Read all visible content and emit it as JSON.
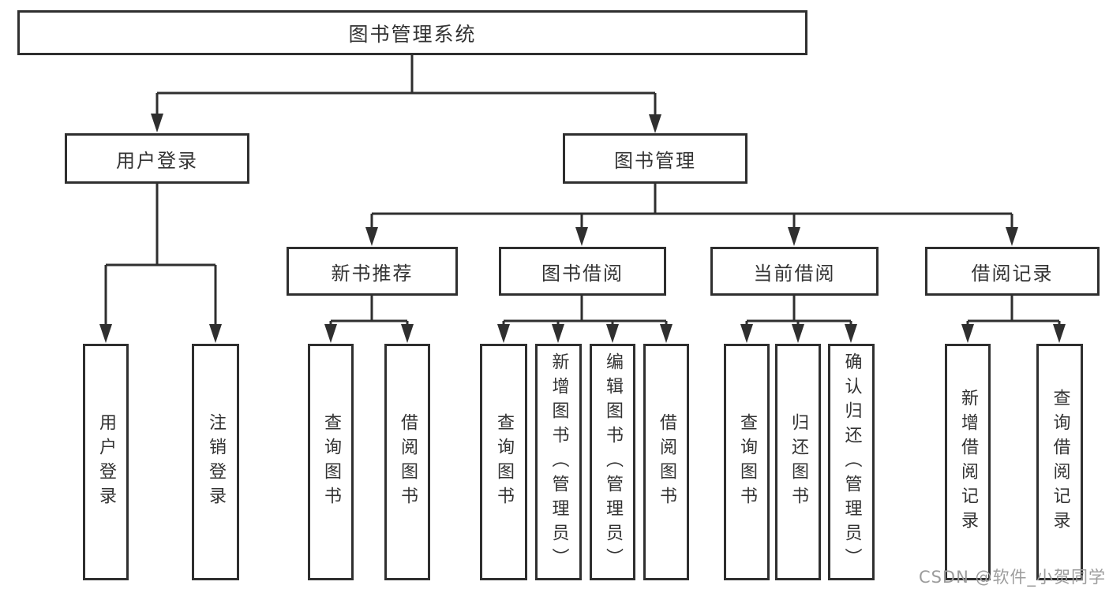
{
  "diagram": {
    "root": {
      "label": "图书管理系统"
    },
    "branches": [
      {
        "label": "用户登录",
        "children": [
          {
            "label": "用户登录"
          },
          {
            "label": "注销登录"
          }
        ]
      },
      {
        "label": "图书管理",
        "children": [
          {
            "label": "新书推荐",
            "children": [
              {
                "label": "查询图书"
              },
              {
                "label": "借阅图书"
              }
            ]
          },
          {
            "label": "图书借阅",
            "children": [
              {
                "label": "查询图书"
              },
              {
                "label": "新增图书（管理员）"
              },
              {
                "label": "编辑图书（管理员）"
              },
              {
                "label": "借阅图书"
              }
            ]
          },
          {
            "label": "当前借阅",
            "children": [
              {
                "label": "查询图书"
              },
              {
                "label": "归还图书"
              },
              {
                "label": "确认归还（管理员）"
              }
            ]
          },
          {
            "label": "借阅记录",
            "children": [
              {
                "label": "新增借阅记录"
              },
              {
                "label": "查询借阅记录"
              }
            ]
          }
        ]
      }
    ]
  },
  "watermark": {
    "text": "CSDN @软件_小贺同学"
  },
  "colors": {
    "line": "#2f2f2f",
    "text": "#333333",
    "watermark": "#9c9c9c",
    "background": "#ffffff"
  }
}
